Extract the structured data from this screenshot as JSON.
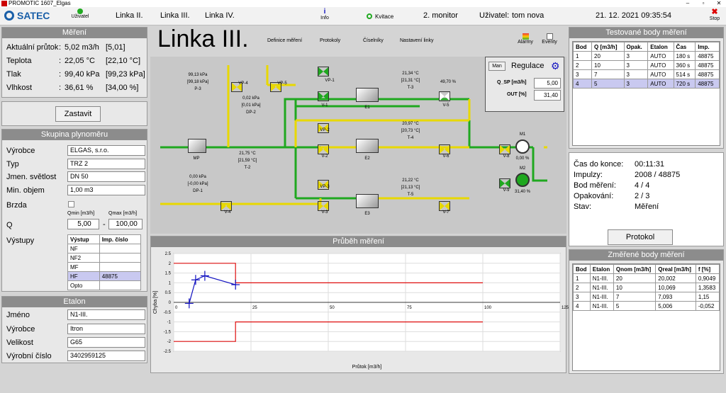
{
  "window": {
    "title": "PROMOTIC 1607_Elgas"
  },
  "toolbar": {
    "logo": "SATEC",
    "user_btn": "Uživatel",
    "line2": "Linka II.",
    "line3": "Linka III.",
    "line4": "Linka IV.",
    "info": "Info",
    "kvitace": "Kvitace",
    "monitor": "2. monitor",
    "user_label": "Uživatel:",
    "user_name": "tom nova",
    "datetime": "21. 12. 2021 09:35:54",
    "stop": "Stop"
  },
  "mereni": {
    "title": "Měření",
    "rows": [
      {
        "label": "Aktuální průtok",
        "sep": ":",
        "value": "5,02 m3/h",
        "ref": "[5,01]"
      },
      {
        "label": "Teplota",
        "sep": ":",
        "value": "22,05 °C",
        "ref": "[22,10 °C]"
      },
      {
        "label": "Tlak",
        "sep": ":",
        "value": "99,40 kPa",
        "ref": "[99,23 kPa]"
      },
      {
        "label": "Vlhkost",
        "sep": ":",
        "value": "36,61 %",
        "ref": "[34,00 %]"
      }
    ],
    "stop_btn": "Zastavit"
  },
  "skupina": {
    "title": "Skupina plynoměru",
    "vyrobce_l": "Výrobce",
    "vyrobce": "ELGAS, s.r.o.",
    "typ_l": "Typ",
    "typ": "TRZ 2",
    "jmen_l": "Jmen. světlost",
    "jmen": "DN 50",
    "min_l": "Min. objem",
    "min": "1,00 m3",
    "brzda_l": "Brzda",
    "qmin_l": "Qmin [m3/h]",
    "qmax_l": "Qmax [m3/h]",
    "q_l": "Q",
    "qmin": "5,00",
    "dash": "-",
    "qmax": "100,00",
    "vystupy_l": "Výstupy",
    "vh": [
      "Výstup",
      "Imp. číslo"
    ],
    "vrows": [
      [
        "NF",
        ""
      ],
      [
        "NF2",
        ""
      ],
      [
        "MF",
        ""
      ],
      [
        "HF",
        "48875"
      ],
      [
        "Opto",
        ""
      ]
    ]
  },
  "etalon": {
    "title": "Etalon",
    "jmeno_l": "Jméno",
    "jmeno": "N1-III.",
    "vyrobce_l": "Výrobce",
    "vyrobce": "Itron",
    "velikost_l": "Velikost",
    "velikost": "G65",
    "cislo_l": "Výrobní číslo",
    "cislo": "3402959125"
  },
  "center": {
    "title": "Linka III.",
    "menu": [
      "Definice měření",
      "Protokoly",
      "Číselníky",
      "Nastavení linky"
    ],
    "alarmy": "Alarmy",
    "eventy": "Eventy"
  },
  "mimic": {
    "p3": [
      "99,13 kPa",
      "[99,18 kPa]",
      "P-3"
    ],
    "dp2": [
      "0,02 kPa",
      "[0,01 kPa]",
      "DP-2"
    ],
    "t2": [
      "21,75 °C",
      "[21,59 °C]",
      "T-2"
    ],
    "dp1": [
      "0,00 kPa",
      "[-0,00 kPa]",
      "DP-1"
    ],
    "mp": "MP",
    "t3": [
      "21,34 °C",
      "[21,31 °C]",
      "T-3"
    ],
    "t4": [
      "20,97 °C",
      "[20,73 °C]",
      "T-4"
    ],
    "t5": [
      "21,22 °C",
      "[21,13 °C]",
      "T-5"
    ],
    "v5pct": "49,70 %",
    "m1": "M1",
    "m1pct": "0,00 %",
    "m2": "M2",
    "m2pct": "31,40 %",
    "e1": "E1",
    "e2": "E2",
    "e3": "E3",
    "v1": "V-1",
    "v2": "V-2",
    "v3": "V-3",
    "v4": "V-4",
    "v5": "V-5",
    "v6": "V-6",
    "v7": "V-7",
    "v8": "V-8",
    "v9": "V-9",
    "vp1": "VP-1",
    "vp2": "VP-2",
    "vp3": "VP-3",
    "vp4": "VP-4",
    "vp5": "VP-5"
  },
  "regulace": {
    "man": "Man",
    "title": "Regulace",
    "qsp_l": "Q_SP [m3/h]",
    "qsp": "5,00",
    "out_l": "OUT [%]",
    "out": "31,40"
  },
  "chart_data": {
    "type": "line",
    "title": "Průběh měření",
    "xlabel": "Průtok [m3/h]",
    "ylabel": "Chyba [%]",
    "xlim": [
      0,
      125
    ],
    "ylim": [
      -2.5,
      2.5
    ],
    "xticks": [
      "0",
      "25",
      "50",
      "75",
      "100",
      "125"
    ],
    "yticks": [
      "2.5",
      "2",
      "1.5",
      "1",
      "0.5",
      "0",
      "-0.5",
      "-1",
      "-1.5",
      "-2",
      "-2.5"
    ],
    "limits": {
      "upper": [
        [
          0,
          2
        ],
        [
          20,
          2
        ],
        [
          20,
          1
        ],
        [
          100,
          1
        ]
      ],
      "lower": [
        [
          0,
          -2
        ],
        [
          20,
          -2
        ],
        [
          20,
          -1
        ],
        [
          100,
          -1
        ]
      ]
    },
    "series": [
      {
        "x": [
          5.006,
          7.093,
          10.069,
          20.002
        ],
        "y": [
          -0.052,
          1.15,
          1.3583,
          0.9049
        ]
      }
    ]
  },
  "testovane": {
    "title": "Testované body měření",
    "headers": [
      "Bod",
      "Q [m3/h]",
      "Opak.",
      "Etalon",
      "Čas",
      "Imp."
    ],
    "rows": [
      [
        "1",
        "20",
        "3",
        "AUTO",
        "180 s",
        "48875"
      ],
      [
        "2",
        "10",
        "3",
        "AUTO",
        "360 s",
        "48875"
      ],
      [
        "3",
        "7",
        "3",
        "AUTO",
        "514 s",
        "48875"
      ],
      [
        "4",
        "5",
        "3",
        "AUTO",
        "720 s",
        "48875"
      ]
    ]
  },
  "status": {
    "cas_l": "Čas do konce:",
    "cas": "00:11:31",
    "imp_l": "Impulzy:",
    "imp": "2008 / 48875",
    "bod_l": "Bod měření:",
    "bod": "4 / 4",
    "opak_l": "Opakování:",
    "opak": "2 / 3",
    "stav_l": "Stav:",
    "stav": "Měření",
    "protokol": "Protokol"
  },
  "zmerene": {
    "title": "Změřené body měření",
    "headers": [
      "Bod",
      "Etalon",
      "Qnom [m3/h]",
      "Qreal [m3/h]",
      "f [%]"
    ],
    "rows": [
      [
        "1",
        "N1-III.",
        "20",
        "20,002",
        "0,9049"
      ],
      [
        "2",
        "N1-III.",
        "10",
        "10,069",
        "1,3583"
      ],
      [
        "3",
        "N1-III.",
        "7",
        "7,093",
        "1,15"
      ],
      [
        "4",
        "N1-III.",
        "5",
        "5,006",
        "-0,052"
      ]
    ]
  },
  "colors": {
    "green": "#1fa81f",
    "yellow": "#e8d800",
    "red": "#e01010",
    "blue": "#1010c0"
  }
}
